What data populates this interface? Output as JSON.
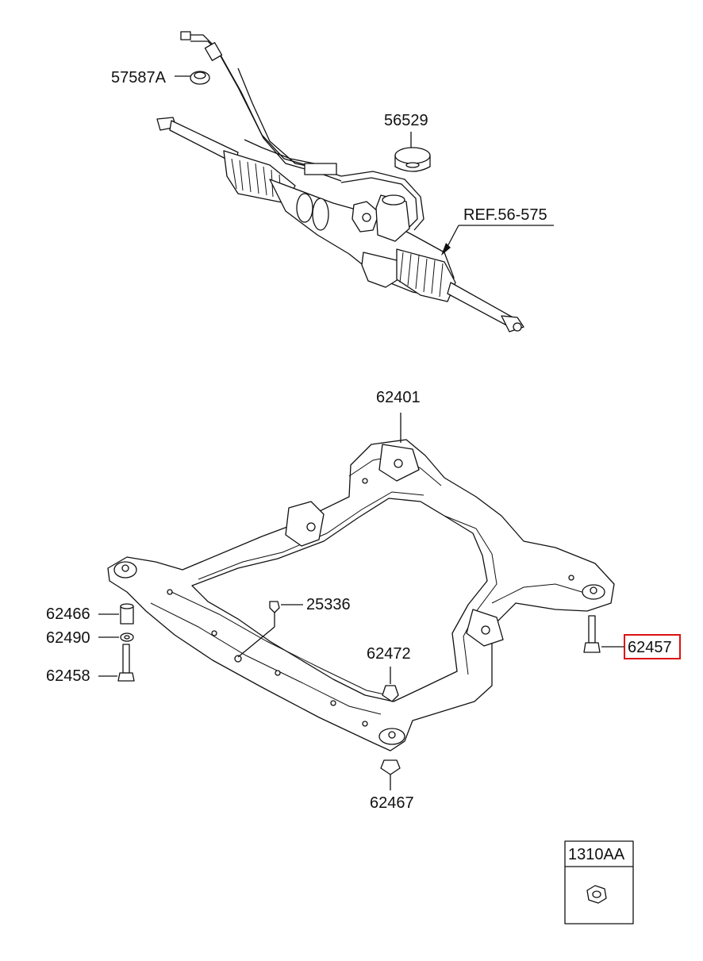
{
  "labels": {
    "p57587A": "57587A",
    "p56529": "56529",
    "ref": "REF.56-575",
    "p62401": "62401",
    "p25336": "25336",
    "p62466": "62466",
    "p62490": "62490",
    "p62458": "62458",
    "p62472": "62472",
    "p62457": "62457",
    "p62467": "62467",
    "p1310AA": "1310AA"
  },
  "highlight": {
    "part": "62457",
    "color": "#dd1111"
  }
}
